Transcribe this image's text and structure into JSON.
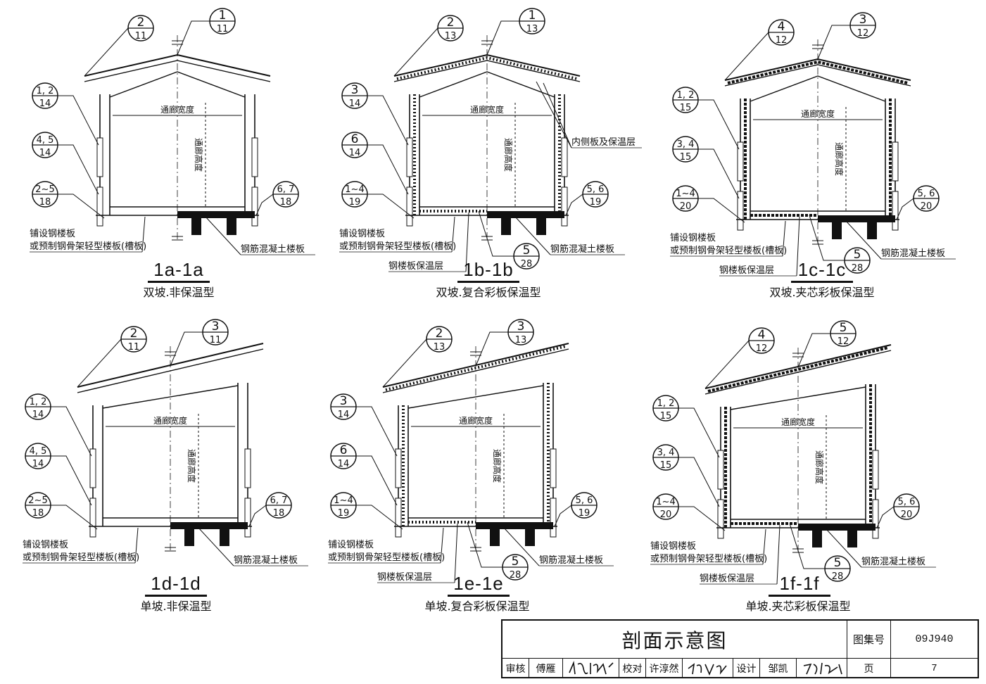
{
  "sections": [
    {
      "id": "1a",
      "title": "1a-1a",
      "subtitle": "双坡.非保温型",
      "roof": "double",
      "insulated": false,
      "bubbles": [
        [
          "2",
          "11"
        ],
        [
          "1",
          "11"
        ],
        [
          "1, 2",
          "14"
        ],
        [
          "4, 5",
          "14"
        ],
        [
          "2~5",
          "18"
        ],
        [
          "6, 7",
          "18"
        ]
      ],
      "labels": {
        "width": "通廊宽度",
        "height": "通廊高度",
        "deck1": "铺设钢楼板",
        "deck2": "或预制钢骨架轻型楼板(槽板)",
        "concrete": "钢筋混凝土楼板"
      }
    },
    {
      "id": "1b",
      "title": "1b-1b",
      "subtitle": "双坡.复合彩板保温型",
      "roof": "double",
      "insulated": "composite",
      "bubbles": [
        [
          "2",
          "13"
        ],
        [
          "1",
          "13"
        ],
        [
          "3",
          "14"
        ],
        [
          "6",
          "14"
        ],
        [
          "1~4",
          "19"
        ],
        [
          "5, 6",
          "19"
        ],
        [
          "5",
          "28"
        ]
      ],
      "labels": {
        "width": "通廊宽度",
        "height": "通廊高度",
        "deck1": "铺设钢楼板",
        "deck2": "或预制钢骨架轻型楼板(槽板)",
        "concrete": "钢筋混凝土楼板",
        "insul": "钢楼板保温层",
        "inner": "内侧板及保温层"
      }
    },
    {
      "id": "1c",
      "title": "1c-1c",
      "subtitle": "双坡.夹芯彩板保温型",
      "roof": "double",
      "insulated": "sandwich",
      "bubbles": [
        [
          "4",
          "12"
        ],
        [
          "3",
          "12"
        ],
        [
          "1, 2",
          "15"
        ],
        [
          "3, 4",
          "15"
        ],
        [
          "1~4",
          "20"
        ],
        [
          "5, 6",
          "20"
        ],
        [
          "5",
          "28"
        ]
      ],
      "labels": {
        "width": "通廊宽度",
        "height": "通廊高度",
        "deck1": "铺设钢楼板",
        "deck2": "或预制钢骨架轻型楼板(槽板)",
        "concrete": "钢筋混凝土楼板",
        "insul": "钢楼板保温层"
      }
    },
    {
      "id": "1d",
      "title": "1d-1d",
      "subtitle": "单坡.非保温型",
      "roof": "single",
      "insulated": false,
      "bubbles": [
        [
          "2",
          "11"
        ],
        [
          "3",
          "11"
        ],
        [
          "1, 2",
          "14"
        ],
        [
          "4, 5",
          "14"
        ],
        [
          "2~5",
          "18"
        ],
        [
          "6, 7",
          "18"
        ]
      ],
      "labels": {
        "width": "通廊宽度",
        "height": "通廊高度",
        "deck1": "铺设钢楼板",
        "deck2": "或预制钢骨架轻型楼板(槽板)",
        "concrete": "钢筋混凝土楼板"
      }
    },
    {
      "id": "1e",
      "title": "1e-1e",
      "subtitle": "单坡.复合彩板保温型",
      "roof": "single",
      "insulated": "composite",
      "bubbles": [
        [
          "2",
          "13"
        ],
        [
          "3",
          "13"
        ],
        [
          "3",
          "14"
        ],
        [
          "6",
          "14"
        ],
        [
          "1~4",
          "19"
        ],
        [
          "5, 6",
          "19"
        ],
        [
          "5",
          "28"
        ]
      ],
      "labels": {
        "width": "通廊宽度",
        "height": "通廊高度",
        "deck1": "铺设钢楼板",
        "deck2": "或预制钢骨架轻型楼板(槽板)",
        "concrete": "钢筋混凝土楼板",
        "insul": "钢楼板保温层"
      }
    },
    {
      "id": "1f",
      "title": "1f-1f",
      "subtitle": "单坡.夹芯彩板保温型",
      "roof": "single",
      "insulated": "sandwich",
      "bubbles": [
        [
          "4",
          "12"
        ],
        [
          "5",
          "12"
        ],
        [
          "1, 2",
          "15"
        ],
        [
          "3, 4",
          "15"
        ],
        [
          "1~4",
          "20"
        ],
        [
          "5, 6",
          "20"
        ],
        [
          "5",
          "28"
        ]
      ],
      "labels": {
        "width": "通廊宽度",
        "height": "通廊高度",
        "deck1": "铺设钢楼板",
        "deck2": "或预制钢骨架轻型楼板(槽板)",
        "concrete": "钢筋混凝土楼板",
        "insul": "钢楼板保温层"
      }
    }
  ],
  "title_block": {
    "drawing_title": "剖面示意图",
    "atlas_label": "图集号",
    "atlas_no": "09J940",
    "review_label": "审核",
    "reviewer": "傅雁",
    "check_label": "校对",
    "checker": "许淳然",
    "design_label": "设计",
    "designer": "邹凯",
    "page_label": "页",
    "page_no": "7"
  }
}
